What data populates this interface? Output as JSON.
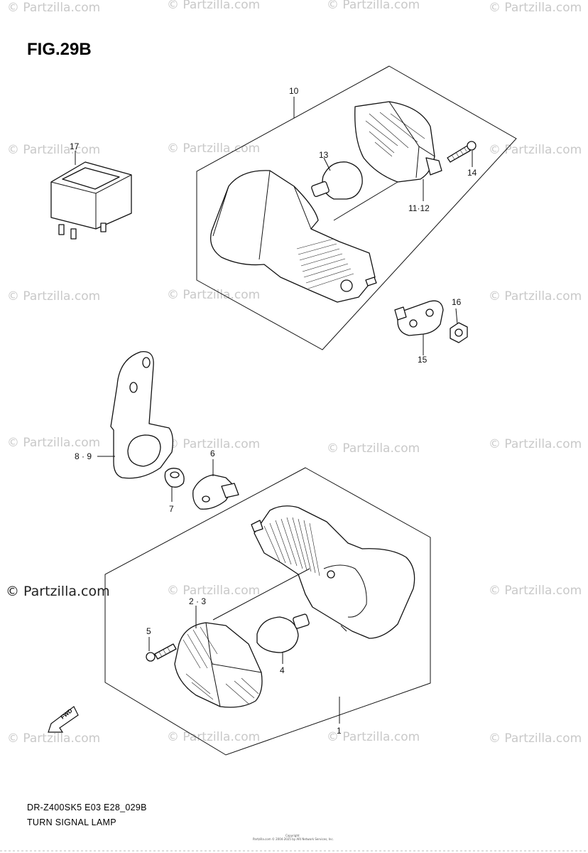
{
  "figure_title": "FIG.29B",
  "diagram_code": "DR-Z400SK5 E03 E28_029B",
  "diagram_name": "TURN SIGNAL LAMP",
  "watermark_text": "© Partzilla.com",
  "watermark_strong": "© Partzilla.com",
  "fwd_label": "FWD",
  "copyright_small": "Copyright",
  "copyright_small_2": "Partzilla.com © 2004-2025 by ARI Network Services, Inc.",
  "callouts": {
    "c1": "1",
    "c2_3": "2 · 3",
    "c4": "4",
    "c5": "5",
    "c6": "6",
    "c7": "7",
    "c8_9": "8 · 9",
    "c10": "10",
    "c11_12": "11·12",
    "c13": "13",
    "c14": "14",
    "c15": "15",
    "c16": "16",
    "c17": "17"
  },
  "colors": {
    "line": "#111111",
    "watermark": "#c9c9c9",
    "background": "#ffffff"
  }
}
